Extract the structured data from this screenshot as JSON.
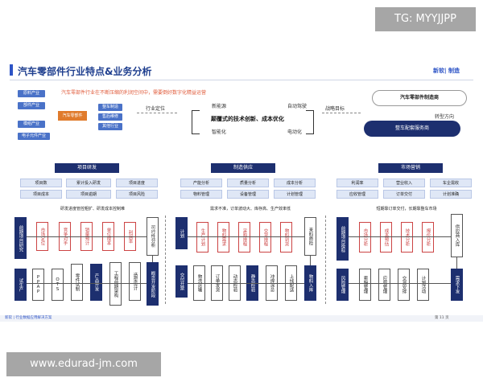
{
  "watermark_top": "TG: MYYJJPP",
  "watermark_bottom": "www.edurad-jm.com",
  "slide": {
    "title": "汽车零部件行业特点&业务分析",
    "logo": "新软| 制造",
    "footer": "新软 | 行业数据应用解决方案",
    "page": "第 11 页"
  },
  "top": {
    "left_chips": [
      "原料产业",
      "部件产业",
      "模组产业",
      "电子元件产业"
    ],
    "center_chip": "汽车零部件",
    "right_chips": [
      "整车制造",
      "售后维修",
      "其他行业"
    ],
    "red_note": "汽车零部件行业在不断压缩的利润空间中，需要倒好数字化精益运营",
    "industry_position": "行业定位",
    "new_energy": "新能源",
    "autonomous": "自动驾驶",
    "disruptive": "颠覆式的技术创新、成本优化",
    "intelligent": "智能化",
    "electrified": "电动化",
    "strategy_goal": "战略目标",
    "transform": "转型方向",
    "maker": "汽车零部件制造商",
    "supplier": "整车配套服务商"
  },
  "sections": {
    "rd": {
      "head": "项目研发",
      "cells": [
        "项目数",
        "累计投入研发",
        "项目进度",
        "项目成本",
        "项目逾期",
        "项目风险"
      ],
      "note": "研发进度管控粗犷、研发成本控制难"
    },
    "supply": {
      "head": "制造供应",
      "cells": [
        "产能分析",
        "质量分析",
        "成本分析",
        "物料管理",
        "设备管理",
        "计划管理"
      ],
      "note": "需求不准，订单波动大、库存高、生产效率低"
    },
    "market": {
      "head": "市场营销",
      "cells": [
        "利润率",
        "营业收入",
        "车企需收",
        "应收管理",
        "订单交付",
        "计划准确"
      ],
      "note": "短期靠订单交付，长期靠整车市场"
    }
  },
  "flow": {
    "rd_top": [
      "前期项目研究",
      "市场定位",
      "竞争对手",
      "销量预计",
      "单位成本",
      "利润率",
      "可行性分析"
    ],
    "rd_bottom": [
      "试生产",
      "PPAP",
      "OTS",
      "零件试制",
      "产品开发",
      "工程前期架构",
      "造型设计",
      "概念开发阶段"
    ],
    "sup_top": [
      "计划",
      "生产计划",
      "物料需求",
      "采购排程",
      "交货排程",
      "物料到货",
      "来料质检"
    ],
    "sup_bottom": [
      "交付开票",
      "物流运输",
      "订单发货",
      "动态检验",
      "静态检验",
      "冲焊涂总",
      "上线配送",
      "物料入库"
    ],
    "mkt_top": [
      "前期项目投标",
      "市场分析",
      "成本预估",
      "技术分析",
      "报价分析",
      "供应商入库"
    ],
    "mkt_bottom": [
      "风险管理",
      "索赔管理",
      "应收管理",
      "交货安排",
      "计划活动",
      "需求下发"
    ]
  }
}
